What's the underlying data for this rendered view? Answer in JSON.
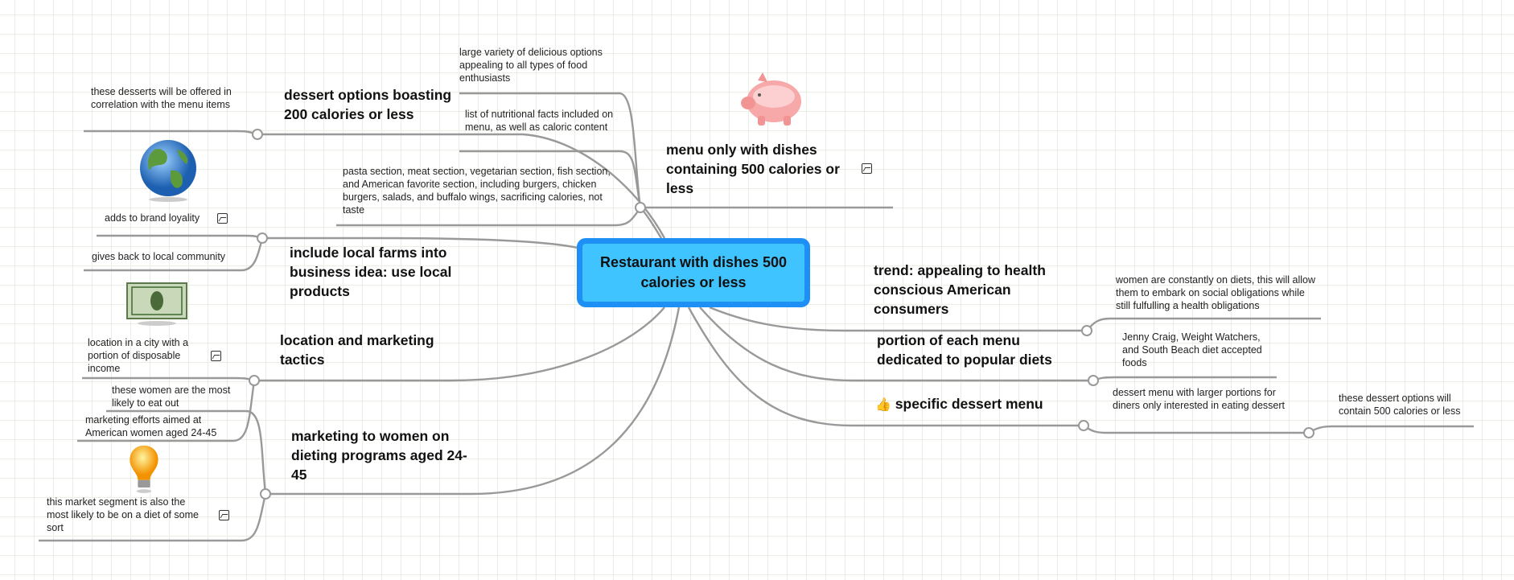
{
  "central_topic": "Restaurant with dishes 500 calories or less",
  "colors": {
    "central_fill": "#40c4ff",
    "central_border": "#1e8ff5",
    "connector": "#999999"
  },
  "topics": {
    "menu": {
      "label": "menu only with dishes containing 500 calories or less",
      "image": "piggy-bank",
      "has_image_icon": true,
      "children": [
        "large variety of delicious options appealing to all types of food enthusiasts",
        "list of nutritional facts included on menu, as well as caloric content",
        "pasta section, meat section, vegetarian section, fish section, and American favorite section, including burgers, chicken burgers, salads, and buffalo wings, sacrificing calories, not taste"
      ]
    },
    "dessert_options": {
      "label": "dessert options boasting 200 calories or less",
      "children": [
        "these desserts will be offered in correlation with the menu items"
      ]
    },
    "local_farms": {
      "label": "include local farms into business idea: use local products",
      "image": "globe",
      "children": [
        "adds to brand loyality",
        "gives back to local community"
      ]
    },
    "location": {
      "label": "location and marketing tactics",
      "image": "dollar-bill",
      "children": [
        "location in a city with a portion of disposable income",
        "marketing efforts aimed at American women aged 24-45"
      ]
    },
    "marketing_women": {
      "label": "marketing to women on dieting programs aged 24-45",
      "image": "lightbulb",
      "children": [
        "these women are the most likely to eat out",
        "this market segment is also the most likely to be on a diet of some sort"
      ]
    },
    "trend": {
      "label": "trend: appealing to health conscious American consumers",
      "children": [
        "women are constantly on diets, this will allow them to embark on social obligations while still fulfulling a health obligations"
      ]
    },
    "portion": {
      "label": "portion of each menu dedicated to popular diets",
      "children": [
        "Jenny Craig, Weight Watchers, and South Beach diet accepted foods"
      ]
    },
    "specific_dessert": {
      "label": "specific dessert menu",
      "icon": "thumbs-up",
      "children": [
        "dessert menu with larger portions for diners only interested in eating dessert"
      ],
      "grandchildren": [
        "these dessert options will contain 500 calories or less"
      ]
    }
  }
}
